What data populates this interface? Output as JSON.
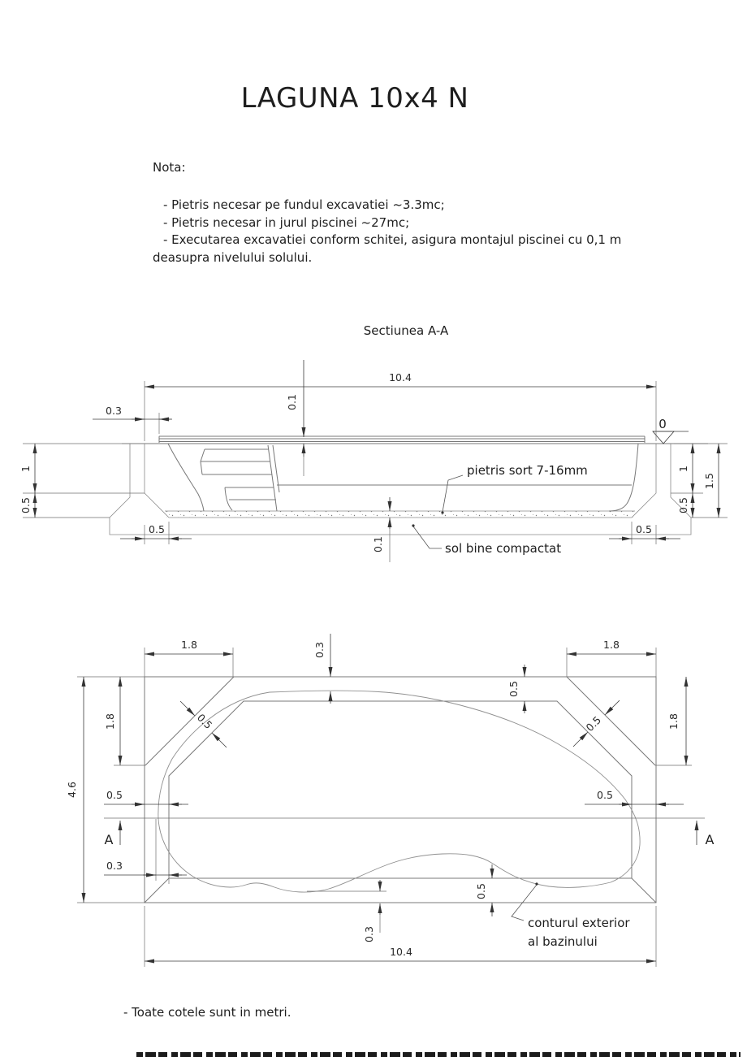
{
  "page": {
    "title": "LAGUNA 10x4 N",
    "footer_note": "- Toate cotele sunt in metri."
  },
  "nota": {
    "heading": "Nota:",
    "lines": [
      "- Pietris necesar pe fundul excavatiei ~3.3mc;",
      "- Pietris necesar in jurul piscinei ~27mc;",
      "- Executarea excavatiei conform schitei, asigura montajul piscinei cu 0,1 m",
      "deasupra nivelului solului."
    ]
  },
  "section": {
    "title": "Sectiunea A-A",
    "dim_width": "10.4",
    "dim_edge_gap": "0.3",
    "dim_rim_height": "0.1",
    "dim_depth_wall": "1",
    "dim_depth_slope": "0.5",
    "dim_depth_total": "1.5",
    "dim_slope_run": "0.5",
    "dim_gravel": "0.1",
    "label_gravel": "pietris sort 7-16mm",
    "label_soil": "sol bine compactat",
    "label_level": "0"
  },
  "plan": {
    "dim_width": "10.4",
    "dim_height": "4.6",
    "dim_corner": "1.8",
    "dim_band": "0.5",
    "dim_gap": "0.3",
    "label_contour_line1": "conturul exterior",
    "label_contour_line2": "al bazinului",
    "marker_a": "A"
  }
}
